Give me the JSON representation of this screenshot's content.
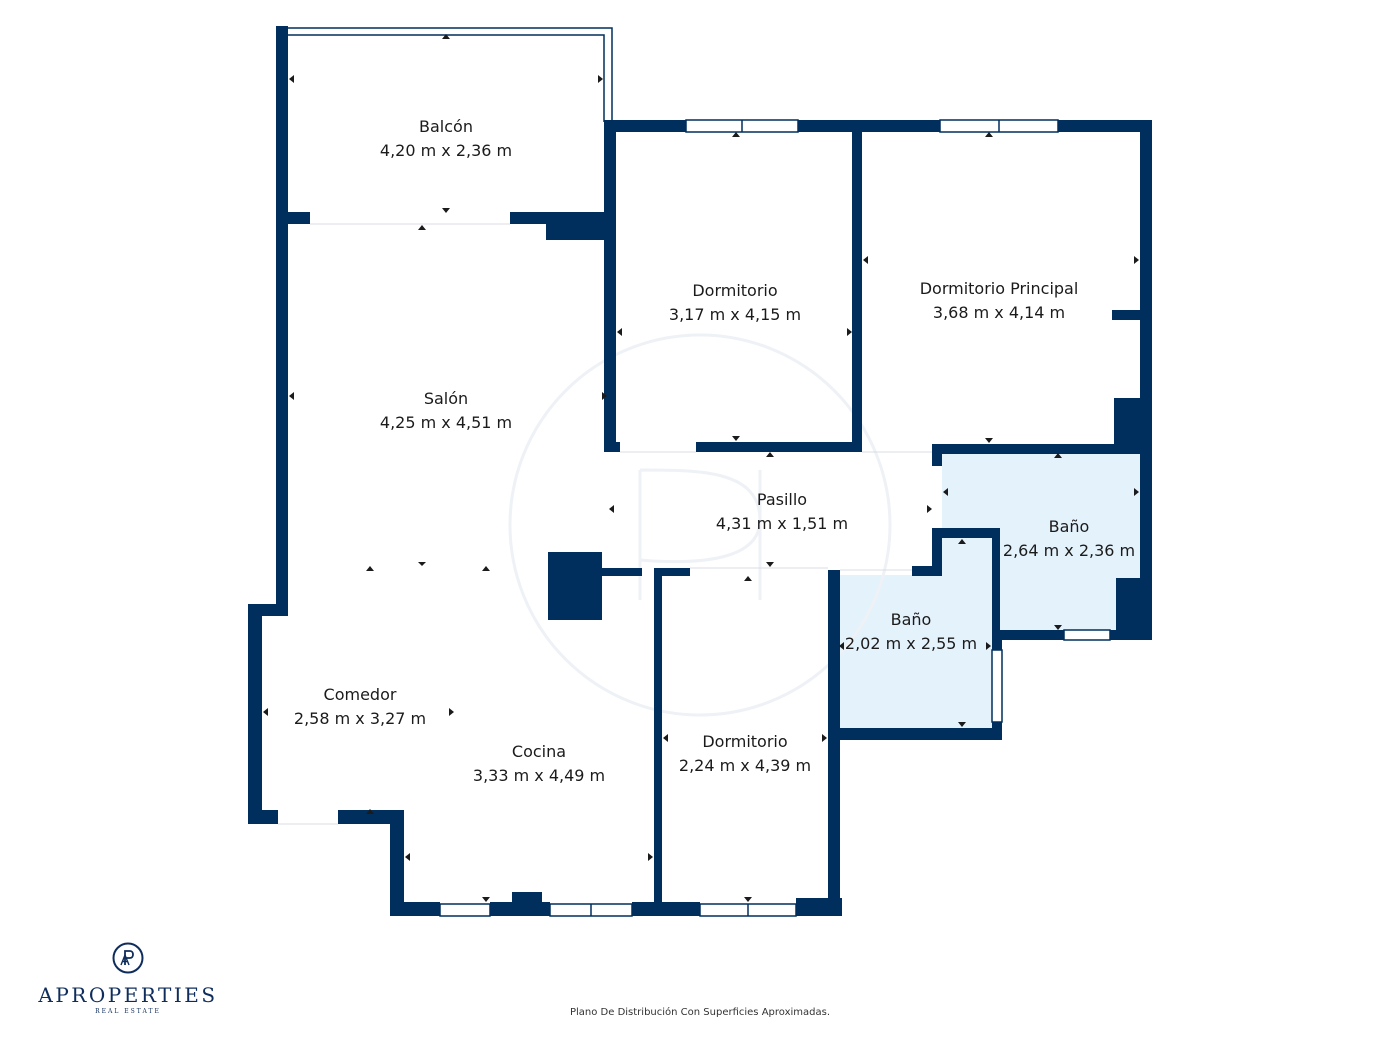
{
  "colors": {
    "wall": "#002e5d",
    "wet_room": "#e4f2fc",
    "floor": "#ffffff",
    "watermark": "#eef1f5"
  },
  "rooms": [
    {
      "key": "balcon",
      "name": "Balcón",
      "size": "4,20 m x 2,36 m"
    },
    {
      "key": "salon",
      "name": "Salón",
      "size": "4,25 m x 4,51 m"
    },
    {
      "key": "dormitorio1",
      "name": "Dormitorio",
      "size": "3,17 m x 4,15 m"
    },
    {
      "key": "dormitorio_principal",
      "name": "Dormitorio Principal",
      "size": "3,68 m x 4,14 m"
    },
    {
      "key": "pasillo",
      "name": "Pasillo",
      "size": "4,31 m x 1,51 m"
    },
    {
      "key": "bano1",
      "name": "Baño",
      "size": "2,64 m x 2,36 m"
    },
    {
      "key": "bano2",
      "name": "Baño",
      "size": "2,02 m x 2,55 m"
    },
    {
      "key": "comedor",
      "name": "Comedor",
      "size": "2,58 m x 3,27 m"
    },
    {
      "key": "cocina",
      "name": "Cocina",
      "size": "3,33 m x 4,49 m"
    },
    {
      "key": "dormitorio2",
      "name": "Dormitorio",
      "size": "2,24 m x 4,39 m"
    }
  ],
  "logo": {
    "icon": "ap-monogram-icon",
    "brand": "APROPERTIES",
    "tagline": "REAL ESTATE"
  },
  "footnote": "Plano De Distribución Con Superficies Aproximadas."
}
